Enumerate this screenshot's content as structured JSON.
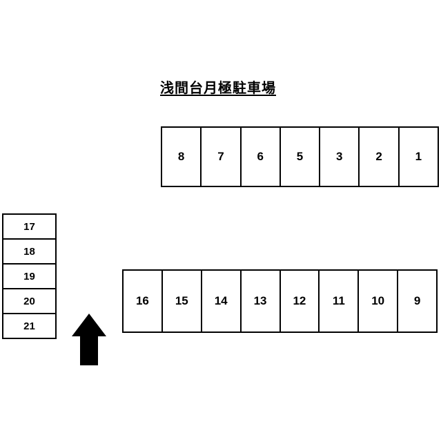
{
  "title": "浅間台月極駐車場",
  "rows": {
    "top": {
      "label": "top-parking-row",
      "spots": [
        "8",
        "7",
        "6",
        "5",
        "3",
        "2",
        "1"
      ]
    },
    "left": {
      "label": "left-parking-column",
      "spots": [
        "17",
        "18",
        "19",
        "20",
        "21"
      ]
    },
    "bottom": {
      "label": "bottom-parking-row",
      "spots": [
        "16",
        "15",
        "14",
        "13",
        "12",
        "11",
        "10",
        "9"
      ]
    }
  },
  "icons": {
    "entrance_arrow": "up-arrow"
  },
  "colors": {
    "background": "#ffffff",
    "line": "#000000",
    "text": "#000000"
  }
}
